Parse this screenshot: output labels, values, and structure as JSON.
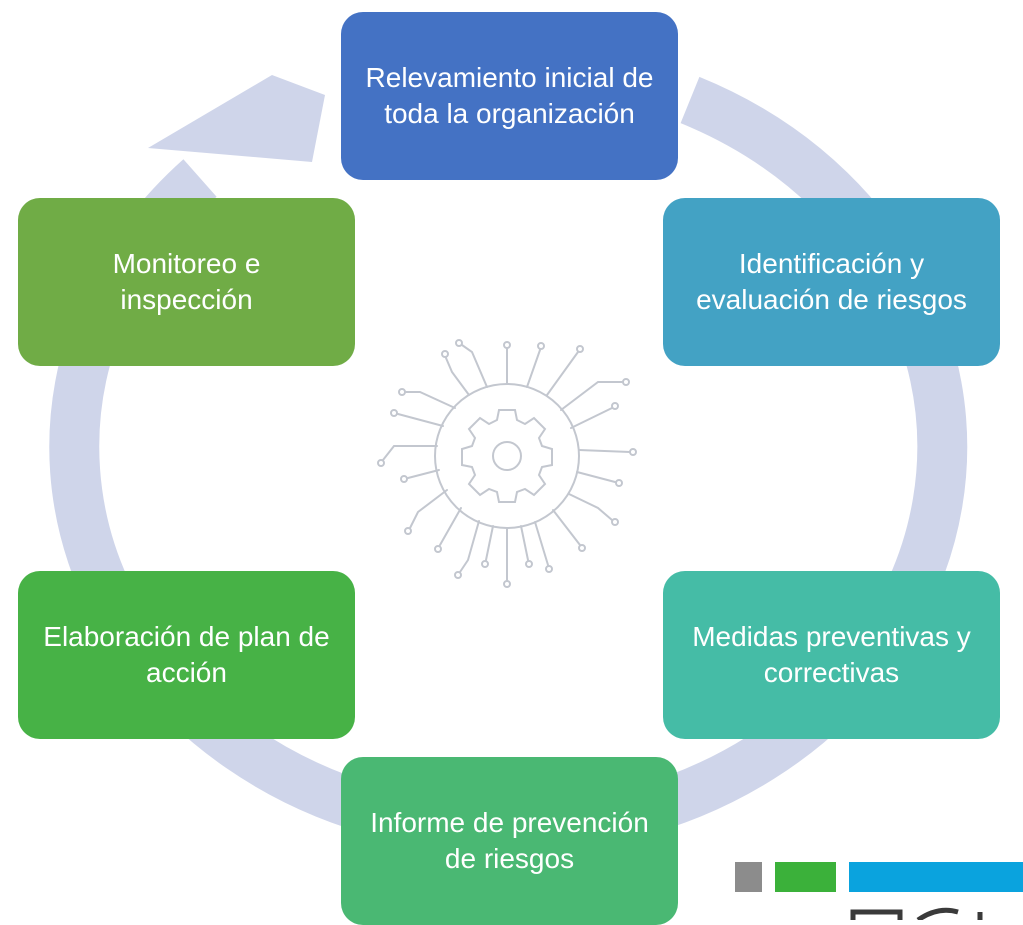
{
  "diagram": {
    "steps": [
      {
        "label": "Relevamiento inicial de\ntoda la organización",
        "color": "#4472C4"
      },
      {
        "label": "Identificación y\nevaluación de riesgos",
        "color": "#43A2C4"
      },
      {
        "label": "Medidas preventivas y\ncorrectivas",
        "color": "#45BCA6"
      },
      {
        "label": "Informe de prevención\nde riesgos",
        "color": "#4AB873"
      },
      {
        "label": "Elaboración de plan de\nacción",
        "color": "#47B246"
      },
      {
        "label": "Monitoreo e\ninspección",
        "color": "#70AC46"
      }
    ],
    "ring_color": "#CFD5EA",
    "icon_color": "#C3C7CF",
    "center_icon": "gear-circuit-icon"
  },
  "logo": {
    "bar_colors": [
      "#8C8C8C",
      "#3BB13A",
      "#0AA3DE"
    ]
  }
}
